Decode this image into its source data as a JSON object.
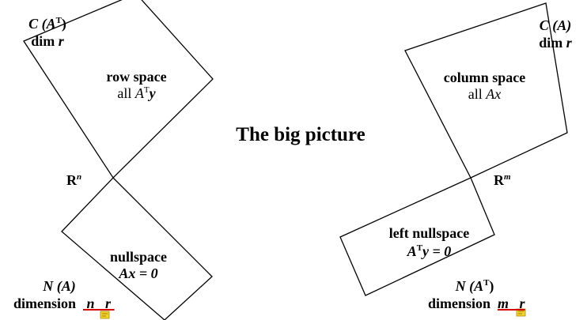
{
  "title": "The big picture",
  "left": {
    "top_label": {
      "space": "C",
      "arg": "(A",
      "sup": "T",
      "close": ")",
      "dim_prefix": "dim",
      "dim_var": "r"
    },
    "row_space": {
      "name": "row space",
      "expr_prefix": "all",
      "var": "A",
      "sup": "T",
      "tail": "y"
    },
    "field": {
      "symbol": "R",
      "exp": "n"
    },
    "nullspace": {
      "name": "nullspace",
      "expr": "Ax = 0"
    },
    "bottom_label": {
      "space": "N",
      "arg": "(A)",
      "dim_prefix": "dimension",
      "dim_a": "n",
      "dim_b": "r"
    }
  },
  "right": {
    "top_label": {
      "space": "C",
      "arg": "(A)",
      "dim_prefix": "dim",
      "dim_var": "r"
    },
    "column_space": {
      "name": "column space",
      "expr_prefix": "all",
      "var": "Ax"
    },
    "field": {
      "symbol": "R",
      "exp": "m"
    },
    "left_nullspace": {
      "name": "left nullspace",
      "var": "A",
      "sup": "T",
      "tail": "y = 0"
    },
    "bottom_label": {
      "space": "N",
      "arg": "(A",
      "sup": "T",
      "close": ")",
      "dim_prefix": "dimension",
      "dim_a": "m",
      "dim_b": "r"
    }
  },
  "colors": {
    "stroke": "#000000",
    "underline": "#d40000",
    "note_icon": "#f2d22e"
  }
}
